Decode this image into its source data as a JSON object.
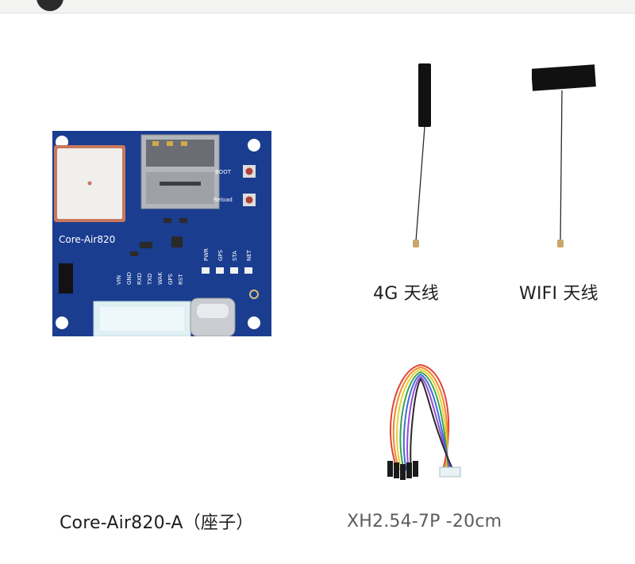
{
  "products": [
    {
      "id": "module",
      "caption": "Core-Air820-A（座子）",
      "board": {
        "name_label": "Core-Air820",
        "button_labels": [
          "BOOT",
          "Reload"
        ],
        "pin_labels": [
          "VIN",
          "GND",
          "RXD",
          "TXD",
          "WAK",
          "GPS",
          "RST"
        ],
        "led_labels": [
          "PWR",
          "GPS",
          "STA",
          "NET"
        ],
        "color": "#1a3d8f"
      }
    },
    {
      "id": "antenna-4g",
      "caption": "4G 天线"
    },
    {
      "id": "antenna-wifi",
      "caption": "WIFI 天线"
    },
    {
      "id": "cable",
      "caption": "XH2.54-7P  -20cm"
    }
  ],
  "colors": {
    "pcb_blue": "#1a3d8f",
    "connector_white": "#dfeff3",
    "antenna_black": "#111111",
    "caption_text": "#1e1e1e",
    "caption_muted": "#5d5d5d"
  }
}
